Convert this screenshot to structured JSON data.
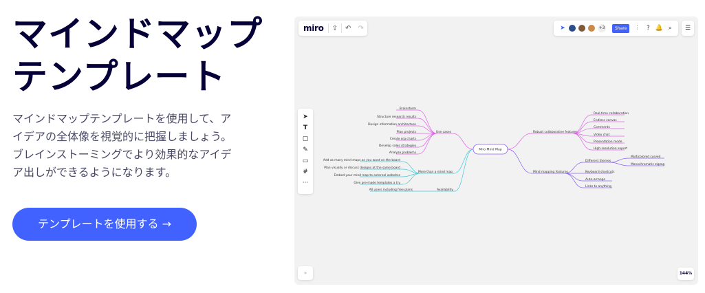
{
  "hero": {
    "title_lines": [
      "マインドマップ",
      "テンプレート"
    ],
    "desc_lines": [
      "マインドマップテンプレートを使用して、ア",
      "イデアの全体像を視覚的に把握しましょう。",
      "ブレインストーミングでより効果的なアイデ",
      "ア出しができるようになります。"
    ],
    "cta_label": "テンプレートを使用する →"
  },
  "board": {
    "logo": "miro",
    "share_label": "Share",
    "more_users": "+3",
    "zoom_level": "144%",
    "colors": {
      "accent": "#4262ff",
      "branch_magenta": "#e060e8",
      "branch_purple": "#8a60f0",
      "branch_cyan": "#40c8d8"
    },
    "avatars": [
      "#2a4d8a",
      "#7e5a3a",
      "#c98a4b"
    ],
    "icons": [
      "export-icon",
      "undo-icon",
      "redo-icon",
      "cursor-icon",
      "text-icon",
      "sticky-note-icon",
      "pen-icon",
      "comment-icon",
      "frame-icon",
      "more-icon",
      "settings-sliders-icon",
      "help-icon",
      "bell-icon",
      "search-icon",
      "menu-icon"
    ]
  },
  "mindmap": {
    "center": "Miro Mind Map",
    "use_cases": {
      "label": "Use cases",
      "items": [
        "Brainstorm",
        "Structure research results",
        "Design information architecture",
        "Plan projects",
        "Create org charts",
        "Develop sales strategies",
        "Analyze problems"
      ]
    },
    "more_than": {
      "label": "More than a mind map",
      "items": [
        "Add as many mind maps as you want on the board",
        "Plan visually or discuss designs at the same board",
        "Embed your mind map to external websites",
        "Give pre-made templates a try"
      ]
    },
    "availability": {
      "label": "Availability",
      "items": [
        "All users including free plans"
      ]
    },
    "robust": {
      "label": "Robust collaborative features",
      "items": [
        "Real-time collaboration",
        "Endless canvas",
        "Comments",
        "Video chat",
        "Presentation mode",
        "High-resolution export"
      ]
    },
    "mapping": {
      "label": "Mind mapping features",
      "themes_label": "Different themes",
      "themes": [
        "Multicolored curved",
        "Monochromatic zigzag"
      ],
      "items": [
        "Keyboard shortcuts",
        "Auto-arrange",
        "Links to anything"
      ]
    }
  }
}
